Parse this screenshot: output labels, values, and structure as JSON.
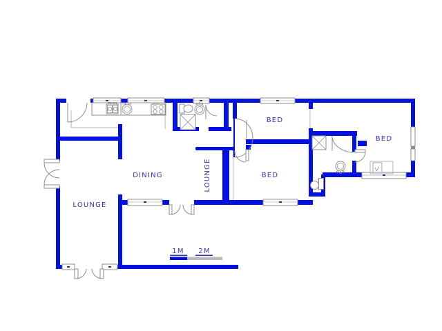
{
  "plan": {
    "type": "floor-plan",
    "rooms": {
      "lounge_main": "LOUNGE",
      "dining": "DINING",
      "lounge_passage": "LOUNGE",
      "bed_top": "BED",
      "bed_middle": "BED",
      "bed_right": "BED"
    },
    "scale_bar": {
      "label_1m": "1M",
      "label_2m": "2M"
    },
    "colors": {
      "wall": "#0211de",
      "label_text": "#3434b4",
      "window_frame": "#8c8c8c",
      "fixture_line": "#8c8c8c",
      "floor_line": "#b3b3cf",
      "scale_gray": "#bdbdbd",
      "background": "#ffffff"
    }
  }
}
